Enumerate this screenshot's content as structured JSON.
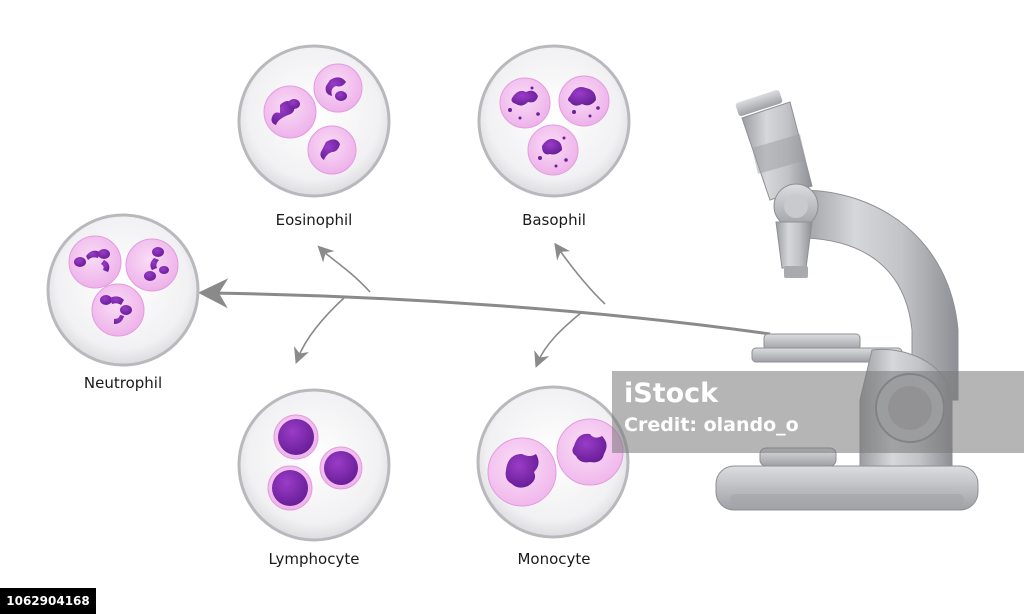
{
  "diagram": {
    "cells": [
      {
        "id": "eosinophil",
        "label": "Eosinophil"
      },
      {
        "id": "basophil",
        "label": "Basophil"
      },
      {
        "id": "neutrophil",
        "label": "Neutrophil"
      },
      {
        "id": "lymphocyte",
        "label": "Lymphocyte"
      },
      {
        "id": "monocyte",
        "label": "Monocyte"
      }
    ]
  },
  "colors": {
    "cytoplasm": "#f2c2ee",
    "cytoplasm_edge": "#e49ae0",
    "nucleus": "#8b2fb8",
    "nucleus_dark": "#6a1f99",
    "lens_fill": "#f3f3f4",
    "lens_edge": "#b9b9bd",
    "microscope": "#b5b6ba",
    "microscope_dark": "#8f9095",
    "arrow": "#8a8a8a"
  },
  "watermark": {
    "brand": "iStock",
    "credit": "Credit: olando_o",
    "stock_id": "1062904168"
  }
}
